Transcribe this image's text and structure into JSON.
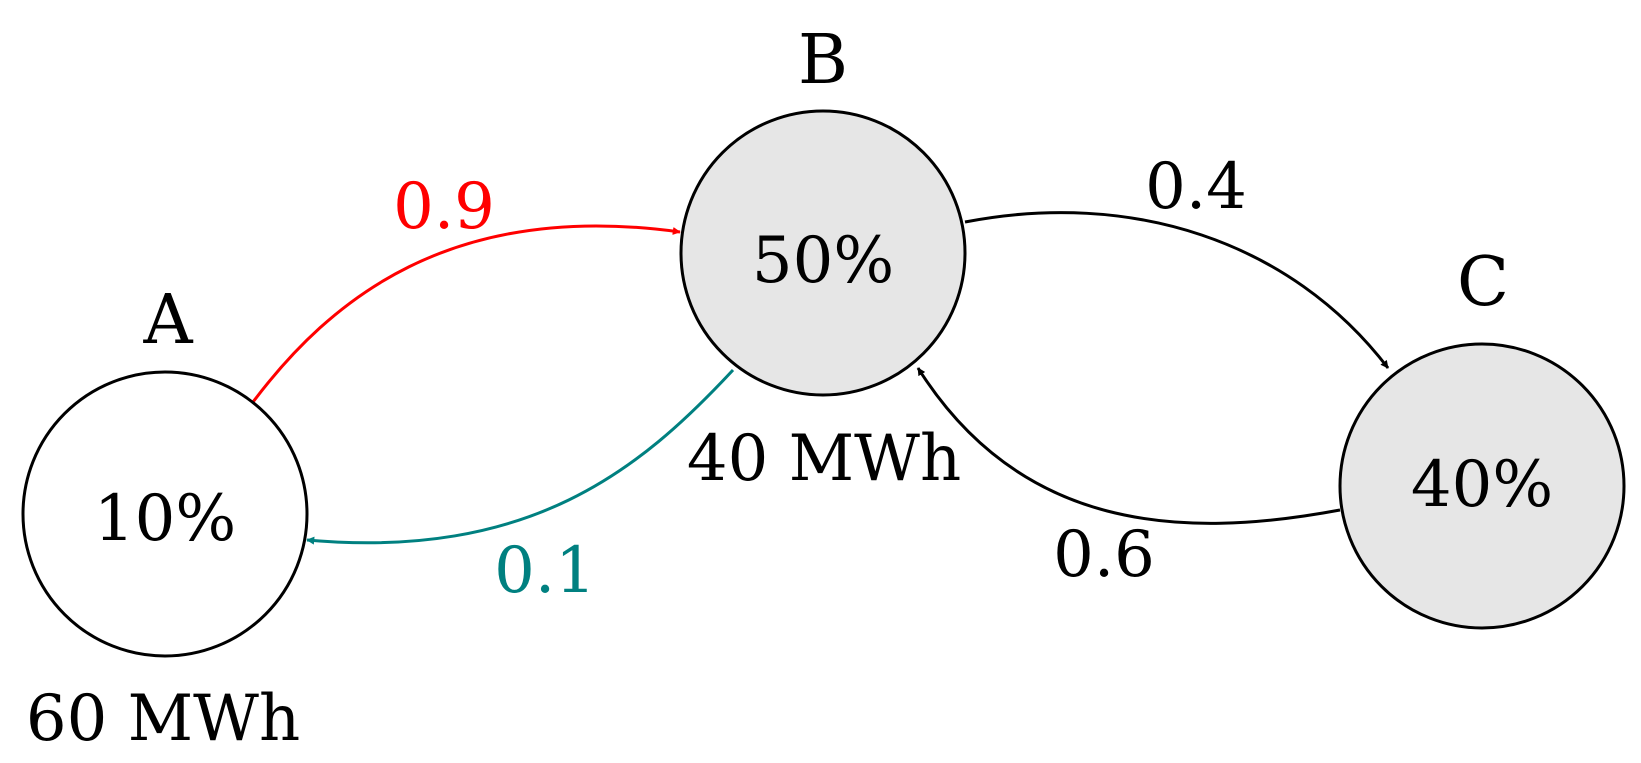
{
  "nodes": {
    "A": {
      "label": "A",
      "value": "10%",
      "energy": "60 MWh",
      "fill": "#ffffff"
    },
    "B": {
      "label": "B",
      "value": "50%",
      "energy": "40 MWh",
      "fill": "#e6e6e6"
    },
    "C": {
      "label": "C",
      "value": "40%",
      "fill": "#e6e6e6"
    }
  },
  "edges": [
    {
      "from": "A",
      "to": "B",
      "label": "0.9",
      "color": "#ff0000"
    },
    {
      "from": "B",
      "to": "A",
      "label": "0.1",
      "color": "#008080"
    },
    {
      "from": "B",
      "to": "C",
      "label": "0.4",
      "color": "#000000"
    },
    {
      "from": "C",
      "to": "B",
      "label": "0.6",
      "color": "#000000"
    }
  ]
}
